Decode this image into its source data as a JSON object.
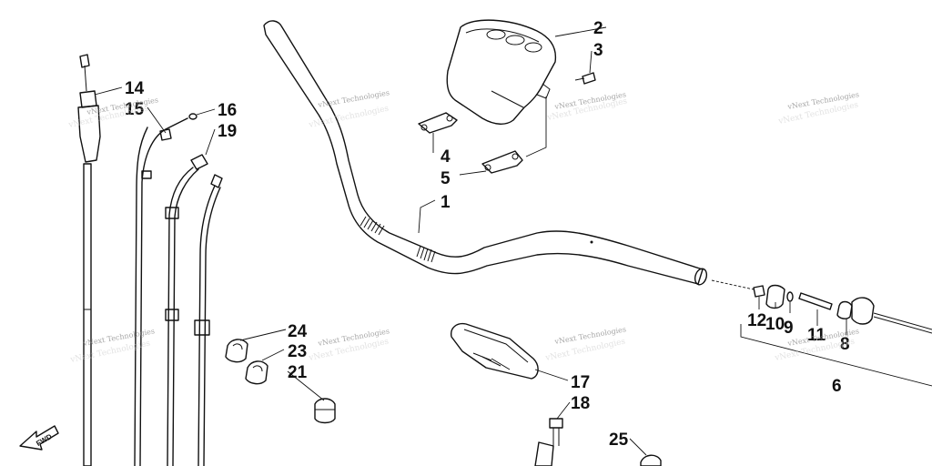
{
  "callouts": [
    {
      "id": "c1",
      "text": "1"
    },
    {
      "id": "c2",
      "text": "2"
    },
    {
      "id": "c3",
      "text": "3"
    },
    {
      "id": "c4",
      "text": "4"
    },
    {
      "id": "c5",
      "text": "5"
    },
    {
      "id": "c6",
      "text": "6"
    },
    {
      "id": "c8",
      "text": "8"
    },
    {
      "id": "c9",
      "text": "9"
    },
    {
      "id": "c10",
      "text": "10"
    },
    {
      "id": "c11",
      "text": "11"
    },
    {
      "id": "c12",
      "text": "12"
    },
    {
      "id": "c14",
      "text": "14"
    },
    {
      "id": "c15",
      "text": "15"
    },
    {
      "id": "c16",
      "text": "16"
    },
    {
      "id": "c17",
      "text": "17"
    },
    {
      "id": "c18",
      "text": "18"
    },
    {
      "id": "c19",
      "text": "19"
    },
    {
      "id": "c21",
      "text": "21"
    },
    {
      "id": "c23",
      "text": "23"
    },
    {
      "id": "c24",
      "text": "24"
    },
    {
      "id": "c25",
      "text": "25"
    }
  ],
  "watermark": "vNext Technologies",
  "fwd_label": "FWD",
  "colors": {
    "line": "#111111",
    "watermark": "#8a8a8a",
    "background": "#ffffff"
  }
}
